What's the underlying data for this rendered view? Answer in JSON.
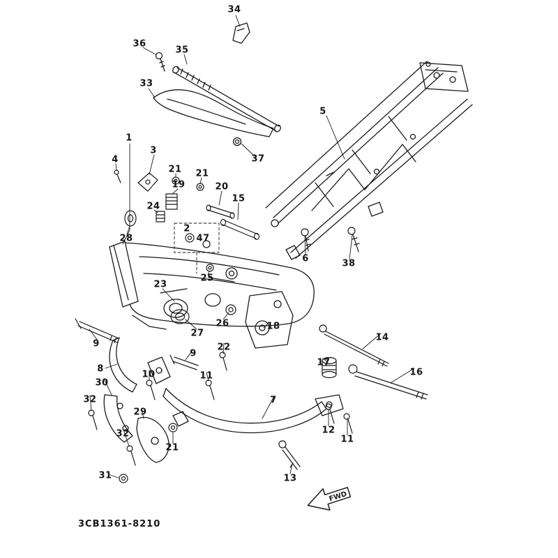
{
  "diagram": {
    "part_code": "3CB1361-8210",
    "direction_label": "FWD"
  },
  "callouts": [
    {
      "n": "34"
    },
    {
      "n": "36"
    },
    {
      "n": "35"
    },
    {
      "n": "33"
    },
    {
      "n": "5"
    },
    {
      "n": "1"
    },
    {
      "n": "3"
    },
    {
      "n": "4"
    },
    {
      "n": "21"
    },
    {
      "n": "21"
    },
    {
      "n": "19"
    },
    {
      "n": "37"
    },
    {
      "n": "20"
    },
    {
      "n": "15"
    },
    {
      "n": "24"
    },
    {
      "n": "2"
    },
    {
      "n": "47"
    },
    {
      "n": "28"
    },
    {
      "n": "6"
    },
    {
      "n": "38"
    },
    {
      "n": "25"
    },
    {
      "n": "23"
    },
    {
      "n": "26"
    },
    {
      "n": "18"
    },
    {
      "n": "27"
    },
    {
      "n": "9"
    },
    {
      "n": "22"
    },
    {
      "n": "9"
    },
    {
      "n": "14"
    },
    {
      "n": "17"
    },
    {
      "n": "8"
    },
    {
      "n": "10"
    },
    {
      "n": "11"
    },
    {
      "n": "16"
    },
    {
      "n": "30"
    },
    {
      "n": "7"
    },
    {
      "n": "32"
    },
    {
      "n": "29"
    },
    {
      "n": "12"
    },
    {
      "n": "11"
    },
    {
      "n": "32"
    },
    {
      "n": "21"
    },
    {
      "n": "13"
    },
    {
      "n": "31"
    }
  ]
}
